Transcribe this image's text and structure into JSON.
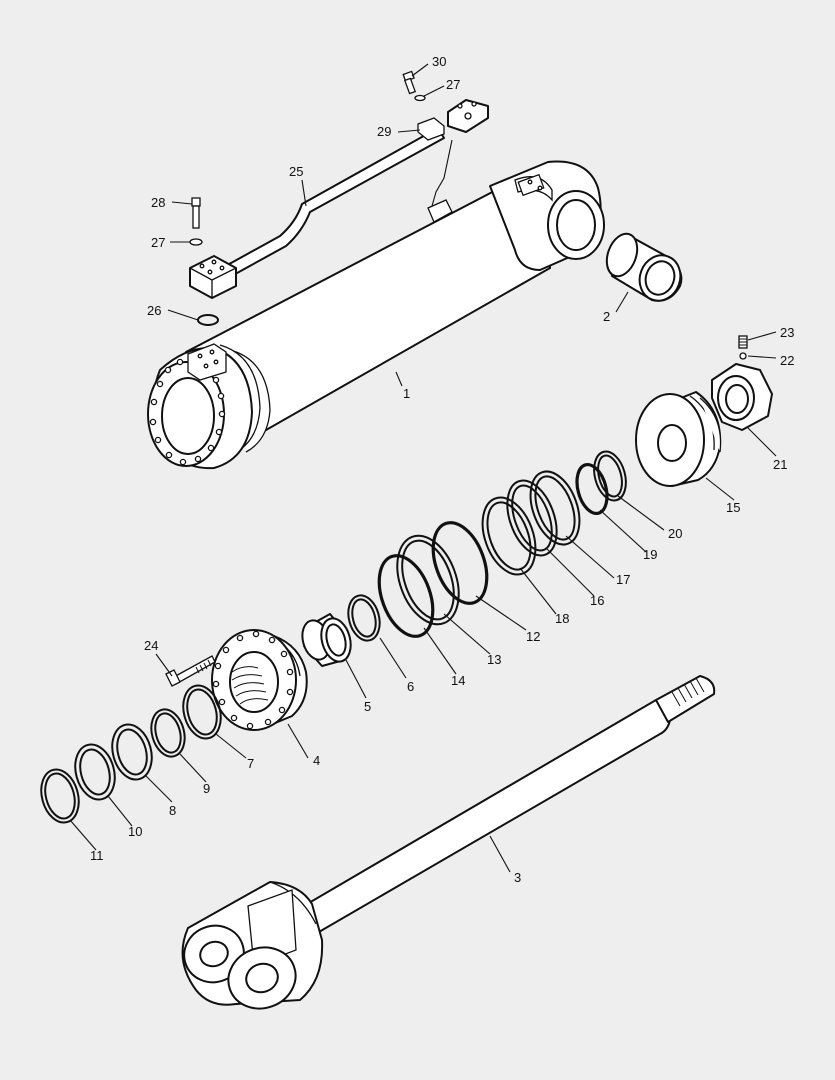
{
  "callouts": {
    "p1": "1",
    "p2": "2",
    "p3": "3",
    "p4": "4",
    "p5": "5",
    "p6": "6",
    "p7": "7",
    "p8": "8",
    "p9": "9",
    "p10": "10",
    "p11": "11",
    "p12": "12",
    "p13": "13",
    "p14": "14",
    "p15": "15",
    "p16": "16",
    "p17": "17",
    "p18": "18",
    "p19": "19",
    "p20": "20",
    "p21": "21",
    "p22": "22",
    "p23": "23",
    "p24": "24",
    "p25": "25",
    "p26": "26",
    "p27a": "27",
    "p27b": "27",
    "p28": "28",
    "p29": "29",
    "p30": "30"
  }
}
